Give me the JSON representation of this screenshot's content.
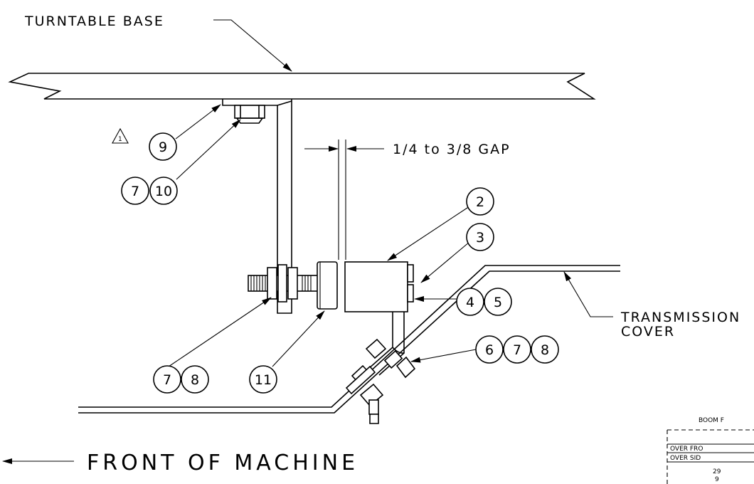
{
  "labels": {
    "turntable_base": "TURNTABLE BASE",
    "gap": "1/4 to 3/8 GAP",
    "transmission_line1": "TRANSMISSION",
    "transmission_line2": "COVER",
    "front_of_machine": "FRONT OF MACHINE",
    "revision_mark": "1"
  },
  "balloons": {
    "b9": "9",
    "b7a": "7",
    "b10": "10",
    "b2": "2",
    "b3": "3",
    "b4": "4",
    "b5": "5",
    "b6": "6",
    "b7b": "7",
    "b8b": "8",
    "b7c": "7",
    "b8c": "8",
    "b11": "11"
  },
  "table_fragment": {
    "title": "BOOM F",
    "row1": "OVER FRO",
    "row2": "OVER SID",
    "value1": "29",
    "value2": "9"
  }
}
